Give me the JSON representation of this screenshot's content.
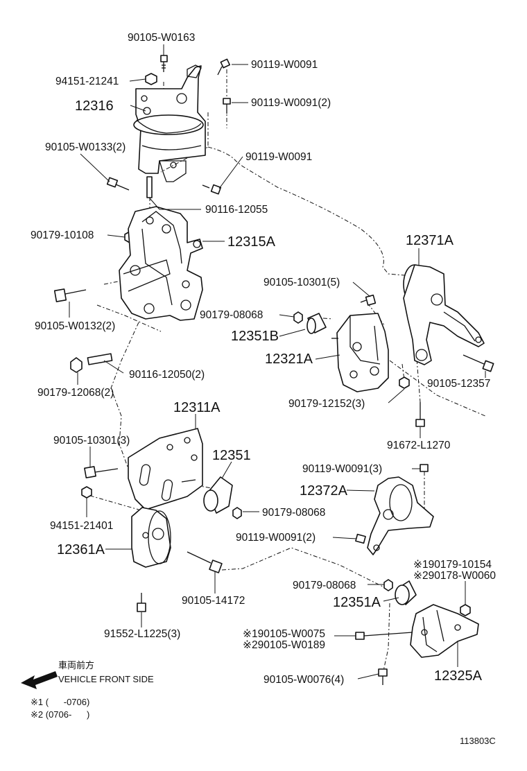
{
  "labels": {
    "p90105_W0163": "90105-W0163",
    "p94151_21241": "94151-21241",
    "p12316": "12316",
    "p90119_W0091_a": "90119-W0091",
    "p90119_W0091_2a": "90119-W0091(2)",
    "p90105_W0133_2": "90105-W0133(2)",
    "p90119_W0091_b": "90119-W0091",
    "p90116_12055": "90116-12055",
    "p90179_10108": "90179-10108",
    "p12315A": "12315A",
    "p12371A": "12371A",
    "p90105_10301_5": "90105-10301(5)",
    "p90179_08068_a": "90179-08068",
    "p12351B": "12351B",
    "p12321A": "12321A",
    "p90105_W0132_2": "90105-W0132(2)",
    "p90116_12050_2": "90116-12050(2)",
    "p90179_12068_2": "90179-12068(2)",
    "p90105_12357": "90105-12357",
    "p90179_12152_3": "90179-12152(3)",
    "p12311A": "12311A",
    "p90105_10301_3": "90105-10301(3)",
    "p91672_L1270": "91672-L1270",
    "p12351": "12351",
    "p90119_W0091_3": "90119-W0091(3)",
    "p12372A": "12372A",
    "p94151_21401": "94151-21401",
    "p90179_08068_b": "90179-08068",
    "p12361A": "12361A",
    "p90119_W0091_2b": "90119-W0091(2)",
    "p90179_10154": "※190179-10154",
    "p90178_W0060": "※290178-W0060",
    "p90105_14172": "90105-14172",
    "p90179_08068_c": "90179-08068",
    "p12351A": "12351A",
    "p91552_L1225_3": "91552-L1225(3)",
    "p90105_W0075": "※190105-W0075",
    "p90105_W0189": "※290105-W0189",
    "p12325A": "12325A",
    "p90105_W0076_4": "90105-W0076(4)"
  },
  "legend": {
    "front_jp": "車両前方",
    "front_en": "VEHICLE FRONT SIDE"
  },
  "notes": {
    "note1": "※1 (      -0706)",
    "note2": "※2 (0706-      )"
  },
  "diagram_id": "113803C"
}
